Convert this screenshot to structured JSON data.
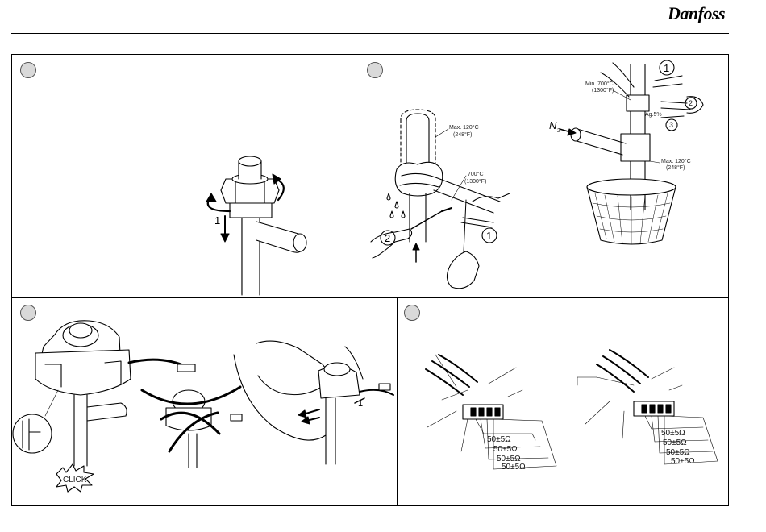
{
  "header": {
    "brand": "Danfoss"
  },
  "panel1": {
    "rotation_label": "1"
  },
  "panel2": {
    "left": {
      "max_temp": "Max. 120°C",
      "max_temp_f": "(248°F)",
      "braze_temp": "700°C",
      "braze_temp_f": "(1300°F)",
      "step_1": "1",
      "step_2": "2"
    },
    "right": {
      "min_temp": "Min. 700°C",
      "min_temp_f": "(1300°F)",
      "ag": "Ag.5%",
      "gas": "N",
      "gas_sub": "2",
      "max_temp": "Max. 120°C",
      "max_temp_f": "(248°F)",
      "step_1": "1",
      "step_2": "2",
      "step_3": "3"
    }
  },
  "panel3": {
    "click": "CLICK",
    "step_1": "1"
  },
  "panel4": {
    "resistances_left": [
      "50±5Ω",
      "50±5Ω",
      "50±5Ω",
      "50±5Ω"
    ],
    "resistances_right": [
      "50±5Ω",
      "50±5Ω",
      "50±5Ω",
      "50±5Ω"
    ]
  },
  "colors": {
    "step_circle": "#d9d9d9",
    "line": "#000000"
  }
}
